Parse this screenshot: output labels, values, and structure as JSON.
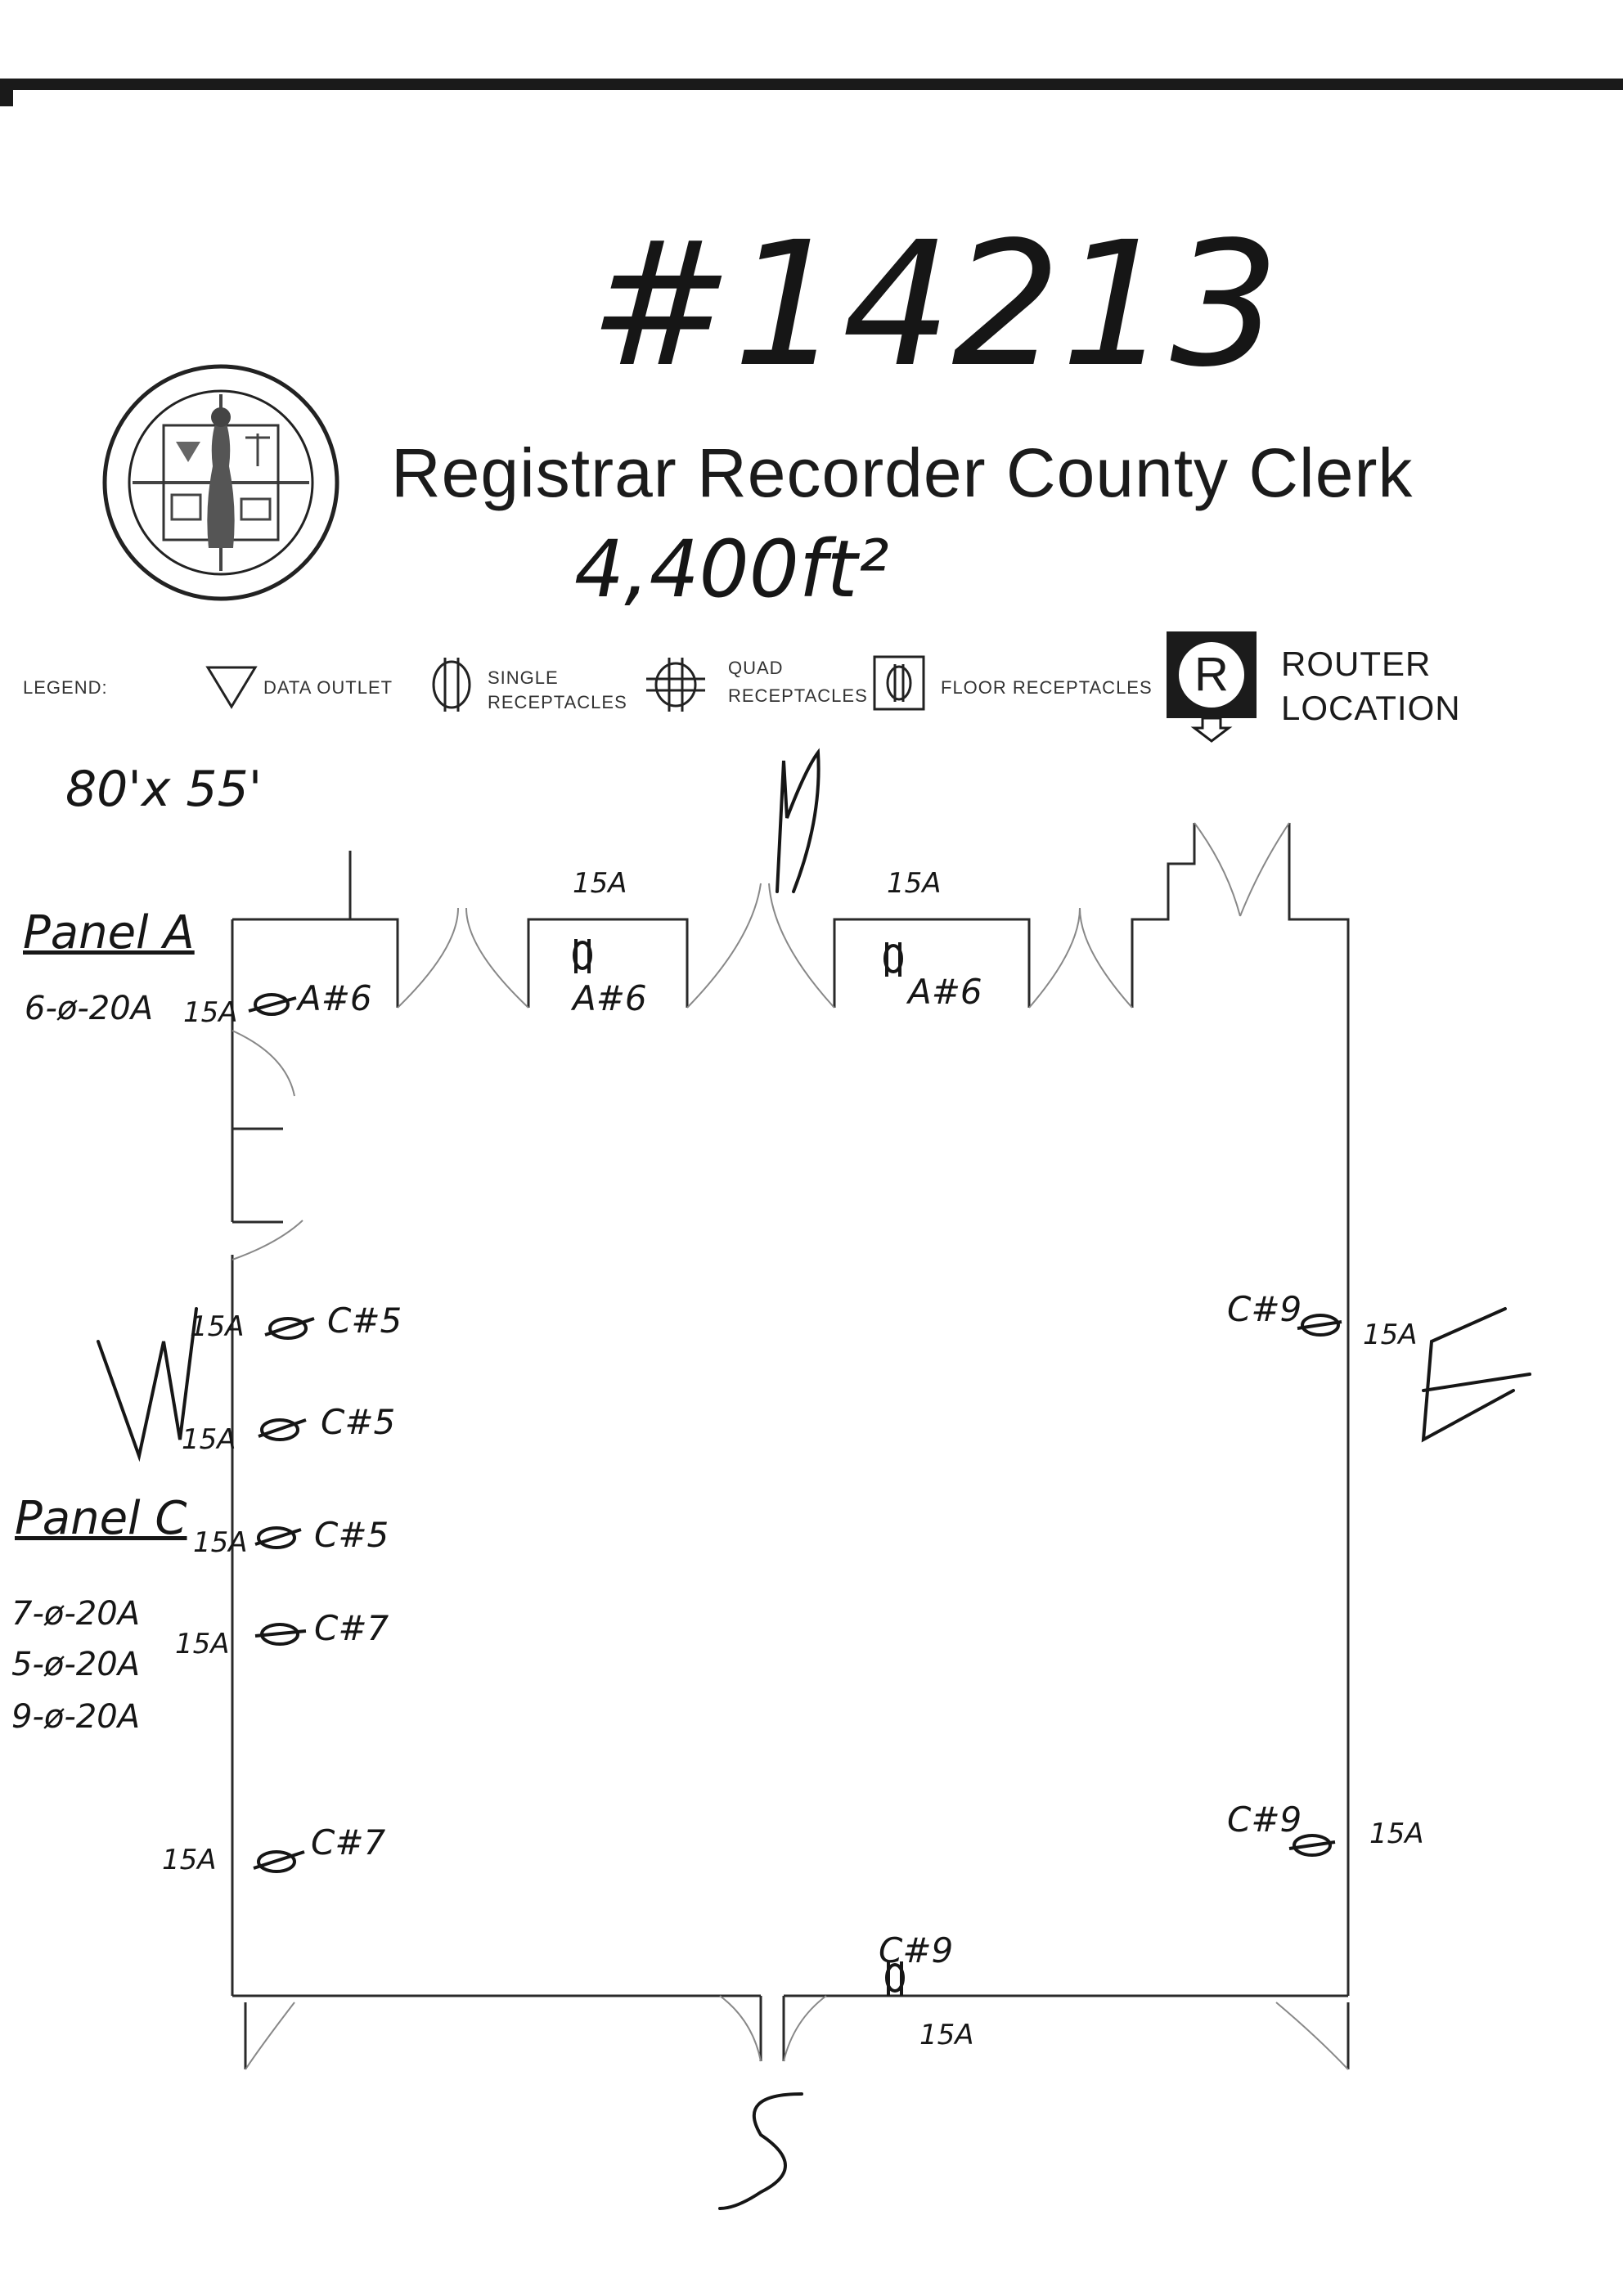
{
  "document": {
    "handwritten_number": "#14213",
    "title": "Registrar Recorder County Clerk",
    "area": "4,400ft²",
    "dimensions": "80'x 55'"
  },
  "legend": {
    "label": "LEGEND:",
    "items": [
      {
        "icon": "data-outlet-triangle-icon",
        "label": "DATA OUTLET"
      },
      {
        "icon": "single-receptacle-icon",
        "label_line1": "SINGLE",
        "label_line2": "RECEPTACLES"
      },
      {
        "icon": "quad-receptacle-icon",
        "label_line1": "QUAD",
        "label_line2": "RECEPTACLES"
      },
      {
        "icon": "floor-receptacle-icon",
        "label": "FLOOR RECEPTACLES"
      }
    ],
    "router": {
      "icon_letter": "R",
      "label_line1": "ROUTER",
      "label_line2": "LOCATION"
    }
  },
  "compass": {
    "north": "N",
    "west": "W",
    "east": "E",
    "south": "S"
  },
  "panels": {
    "panel_1a": {
      "title": "Panel A",
      "circuit": "6-ø-20A"
    },
    "panel_1c": {
      "title": "Panel C",
      "circuits": [
        "7-ø-20A",
        "5-ø-20A",
        "9-ø-20A"
      ]
    }
  },
  "outlets": [
    {
      "id": "top-left",
      "amp": "15A",
      "label": "A#6"
    },
    {
      "id": "top-mid",
      "amp": "15A",
      "label": "A#6"
    },
    {
      "id": "top-right",
      "amp": "15A",
      "label": "A#6"
    },
    {
      "id": "west-1",
      "amp": "15A",
      "label": "C#5"
    },
    {
      "id": "west-2",
      "amp": "15A",
      "label": "C#5"
    },
    {
      "id": "west-3",
      "amp": "15A",
      "label": "C#5"
    },
    {
      "id": "west-4",
      "amp": "15A",
      "label": "C#7"
    },
    {
      "id": "west-5",
      "amp": "15A",
      "label": "C#7"
    },
    {
      "id": "east-1",
      "amp": "15A",
      "label": "C#9"
    },
    {
      "id": "east-2",
      "amp": "15A",
      "label": "C#9"
    },
    {
      "id": "south-1",
      "amp": "15A",
      "label": "C#9"
    }
  ],
  "colors": {
    "ink": "#161616",
    "line": "#2a2a2a",
    "paper": "#ffffff"
  }
}
